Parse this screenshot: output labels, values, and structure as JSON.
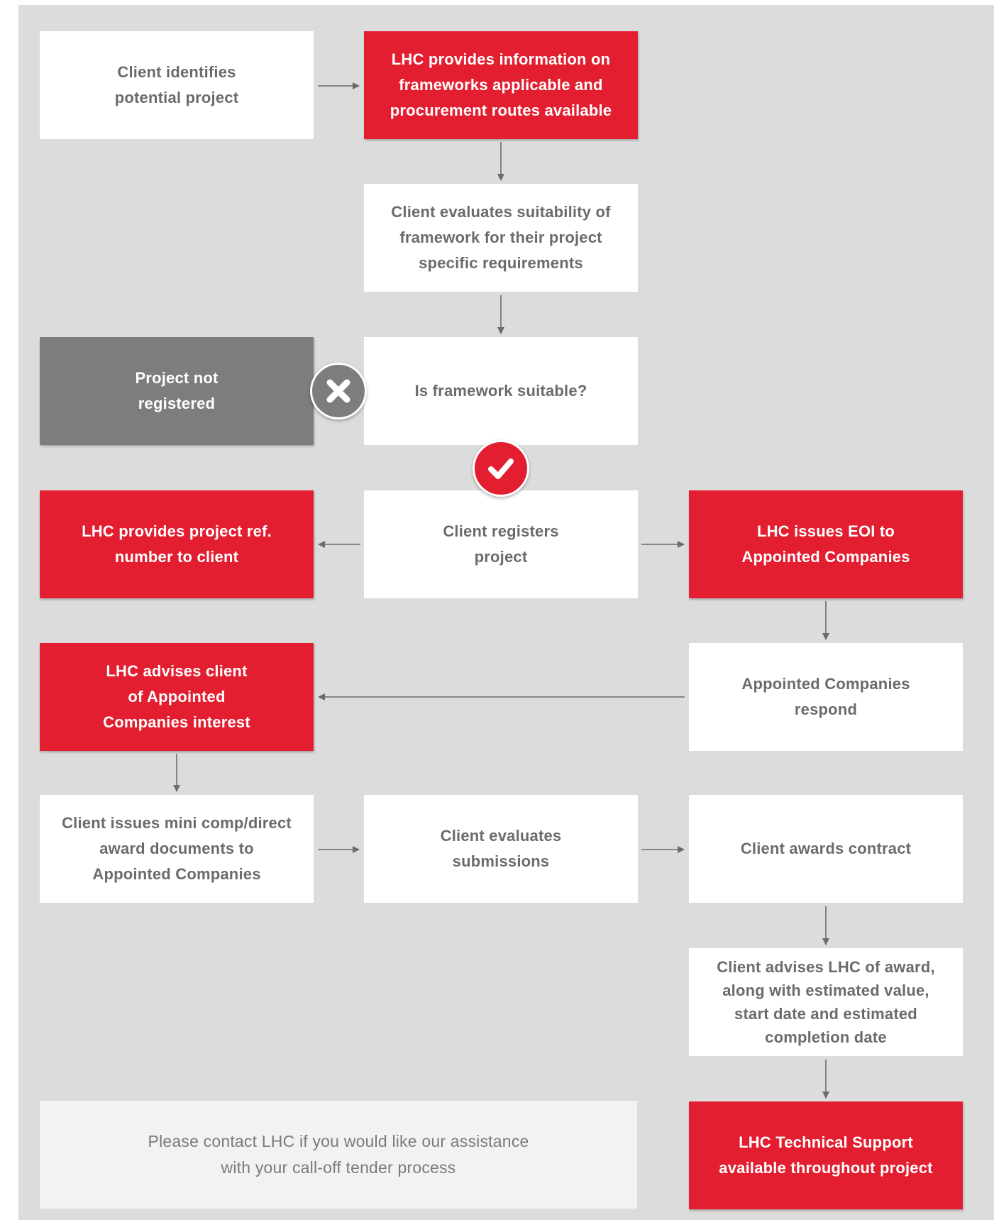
{
  "boxes": {
    "identify": "Client identifies\npotential project",
    "lhc_info": "LHC provides information on\nframeworks applicable and\nprocurement routes available",
    "evaluate_suitability": "Client evaluates suitability of\nframework for their project\nspecific requirements",
    "not_registered": "Project not\nregistered",
    "is_suitable": "Is framework suitable?",
    "ref_number": "LHC provides project ref.\nnumber to client",
    "registers": "Client registers\nproject",
    "issues_eoi": "LHC issues EOI to\nAppointed Companies",
    "advises_interest": "LHC advises client\nof Appointed\nCompanies interest",
    "respond": "Appointed Companies\nrespond",
    "mini_comp": "Client issues mini comp/direct\naward documents to\nAppointed Companies",
    "evaluates_submissions": "Client evaluates\nsubmissions",
    "awards": "Client awards contract",
    "advises_award": "Client advises LHC of award,\nalong with estimated value,\nstart date and estimated\ncompletion date",
    "tech_support": "LHC Technical Support\navailable throughout project"
  },
  "note": "Please contact LHC if you would like our assistance\nwith your call-off tender process",
  "icons": {
    "reject": "cross-icon",
    "approve": "check-icon"
  },
  "colors": {
    "red": "#e31e30",
    "grey": "#7d7d80",
    "background": "#dcdcdc",
    "text": "#6b6b6b"
  }
}
